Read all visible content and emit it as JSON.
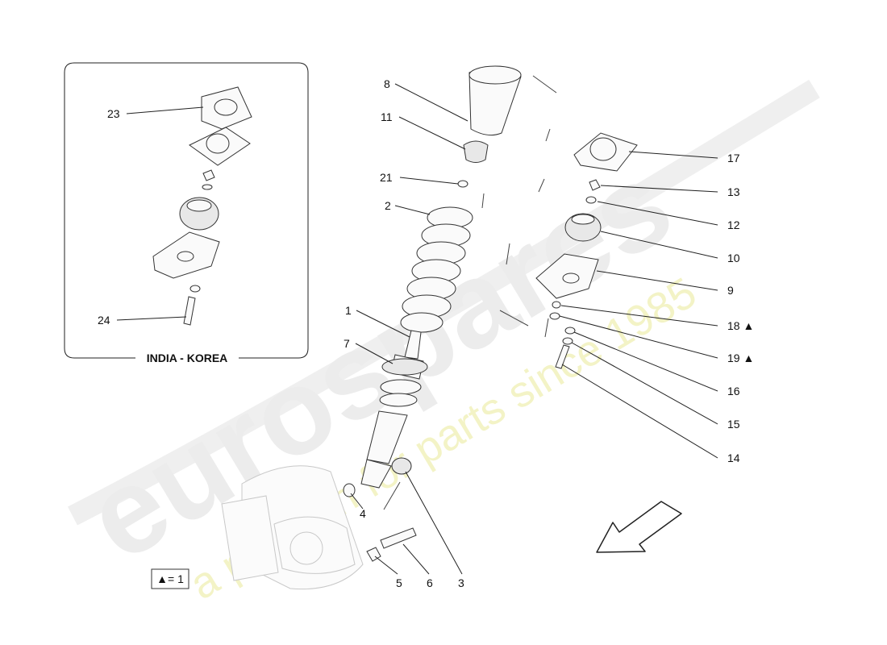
{
  "watermark": {
    "brand": "eurospares",
    "tagline": "a passion for parts since 1985"
  },
  "inset": {
    "title": "INDIA - KOREA",
    "callouts": [
      "23",
      "24"
    ]
  },
  "callouts": [
    "8",
    "11",
    "21",
    "2",
    "1",
    "7",
    "4",
    "5",
    "6",
    "3",
    "17",
    "13",
    "12",
    "10",
    "9",
    "18 ▲",
    "19 ▲",
    "16",
    "15",
    "14"
  ],
  "legend": {
    "text": "▲= 1"
  }
}
